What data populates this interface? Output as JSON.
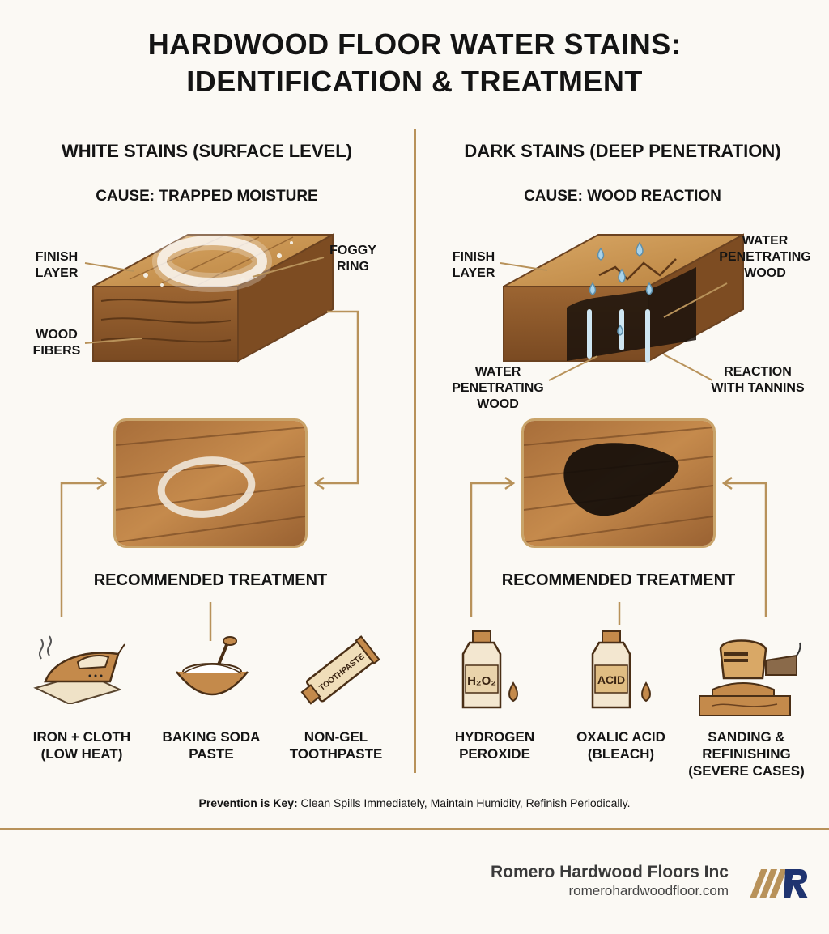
{
  "title": {
    "line1": "HARDWOOD FLOOR WATER STAINS:",
    "line2": "IDENTIFICATION & TREATMENT"
  },
  "white": {
    "heading": "WHITE STAINS (SURFACE LEVEL)",
    "cause": "CAUSE: TRAPPED MOISTURE",
    "labels": {
      "finish_layer": [
        "FINISH",
        "LAYER"
      ],
      "foggy_ring": [
        "FOGGY",
        "RING"
      ],
      "wood_fibers": [
        "WOOD",
        "FIBERS"
      ]
    },
    "treatment_heading": "RECOMMENDED TREATMENT",
    "treatments": [
      {
        "icon": "iron-icon",
        "lines": [
          "IRON + CLOTH",
          "(LOW HEAT)"
        ]
      },
      {
        "icon": "baking-soda-bowl-icon",
        "lines": [
          "BAKING SODA",
          "PASTE"
        ]
      },
      {
        "icon": "toothpaste-tube-icon",
        "lines": [
          "NON-GEL",
          "TOOTHPASTE"
        ],
        "tube_text": "TOOTHPASTE"
      }
    ]
  },
  "dark": {
    "heading": "DARK STAINS (DEEP PENETRATION)",
    "cause": "CAUSE: WOOD REACTION",
    "labels": {
      "finish_layer": [
        "FINISH",
        "LAYER"
      ],
      "water_penetrating_top": [
        "WATER",
        "PENETRATING",
        "WOOD"
      ],
      "water_penetrating_bottom": [
        "WATER",
        "PENETRATING",
        "WOOD"
      ],
      "reaction": [
        "REACTION",
        "WITH TANNINS"
      ]
    },
    "treatment_heading": "RECOMMENDED TREATMENT",
    "treatments": [
      {
        "icon": "peroxide-bottle-icon",
        "lines": [
          "HYDROGEN",
          "PEROXIDE"
        ],
        "bottle_text": "H₂O₂"
      },
      {
        "icon": "acid-bottle-icon",
        "lines": [
          "OXALIC ACID",
          "(BLEACH)"
        ],
        "bottle_text": "ACID"
      },
      {
        "icon": "orbital-sander-icon",
        "lines": [
          "SANDING &",
          "REFINISHING",
          "(SEVERE CASES)"
        ]
      }
    ]
  },
  "prevention": {
    "lead": "Prevention is Key:",
    "text": " Clean Spills Immediately, Maintain Humidity, Refinish Periodically."
  },
  "brand": {
    "name": "Romero Hardwood Floors Inc",
    "url": "romerohardwoodfloor.com",
    "logo_icon": "romero-logo-icon"
  },
  "colors": {
    "accent": "#b8925a",
    "wood": "#c8904a",
    "wood_dark": "#8a5a2b",
    "background": "#fbf9f4"
  }
}
